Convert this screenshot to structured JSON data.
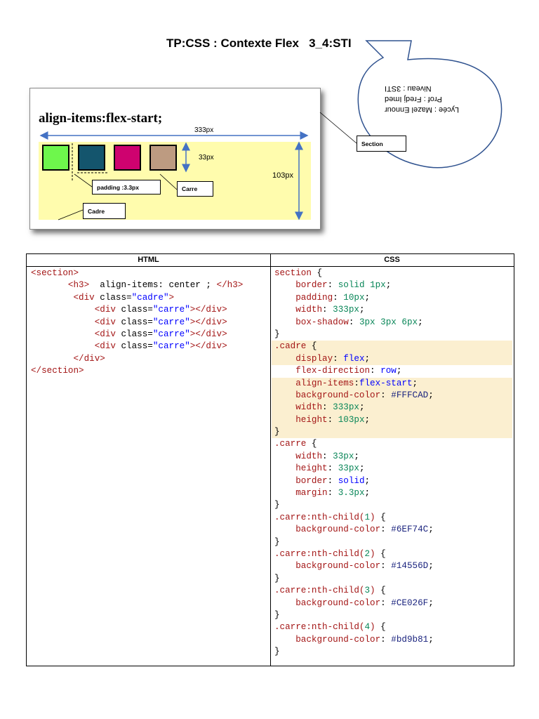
{
  "title": "TP:CSS : Contexte Flex   3_4:STI",
  "bubble": {
    "lines": [
      "Lycée : Mazel Ennour",
      "Prof : Fredj Imed",
      "Niveau : 3STI"
    ]
  },
  "demo": {
    "heading": "align-items:flex-start;",
    "width_label": "333px",
    "height_label": "103px",
    "square_label": "33px",
    "square_colors": [
      "#6EF74C",
      "#14556D",
      "#CE026F",
      "#bd9b81"
    ],
    "tags": {
      "section": "Section",
      "padding": "padding :3.3px",
      "carre": "Carre",
      "cadre": "Cadre"
    }
  },
  "table": {
    "html_header": "HTML",
    "css_header": "CSS",
    "html_lines": [
      "<section>",
      "       <h3>  align-items: center ; </h3>",
      "        <div class=\"cadre\">",
      "            <div class=\"carre\"></div>",
      "            <div class=\"carre\"></div>",
      "            <div class=\"carre\"></div>",
      "            <div class=\"carre\"></div>",
      "        </div>",
      "</section>"
    ],
    "css_lines": [
      "section {",
      "    border: solid 1px;",
      "    padding: 10px;",
      "    width: 333px;",
      "    box-shadow: 3px 3px 6px;",
      "}",
      ".cadre {",
      "    display: flex;",
      "    flex-direction: row;",
      "    align-items:flex-start;",
      "    background-color: #FFFCAD;",
      "    width: 333px;",
      "    height: 103px;",
      "}",
      ".carre {",
      "    width: 33px;",
      "    height: 33px;",
      "    border: solid;",
      "    margin: 3.3px;",
      "}",
      ".carre:nth-child(1) {",
      "    background-color: #6EF74C;",
      "}",
      ".carre:nth-child(2) {",
      "    background-color: #14556D;",
      "}",
      ".carre:nth-child(3) {",
      "    background-color: #CE026F;",
      "}",
      ".carre:nth-child(4) {",
      "    background-color: #bd9b81;",
      "}"
    ]
  }
}
